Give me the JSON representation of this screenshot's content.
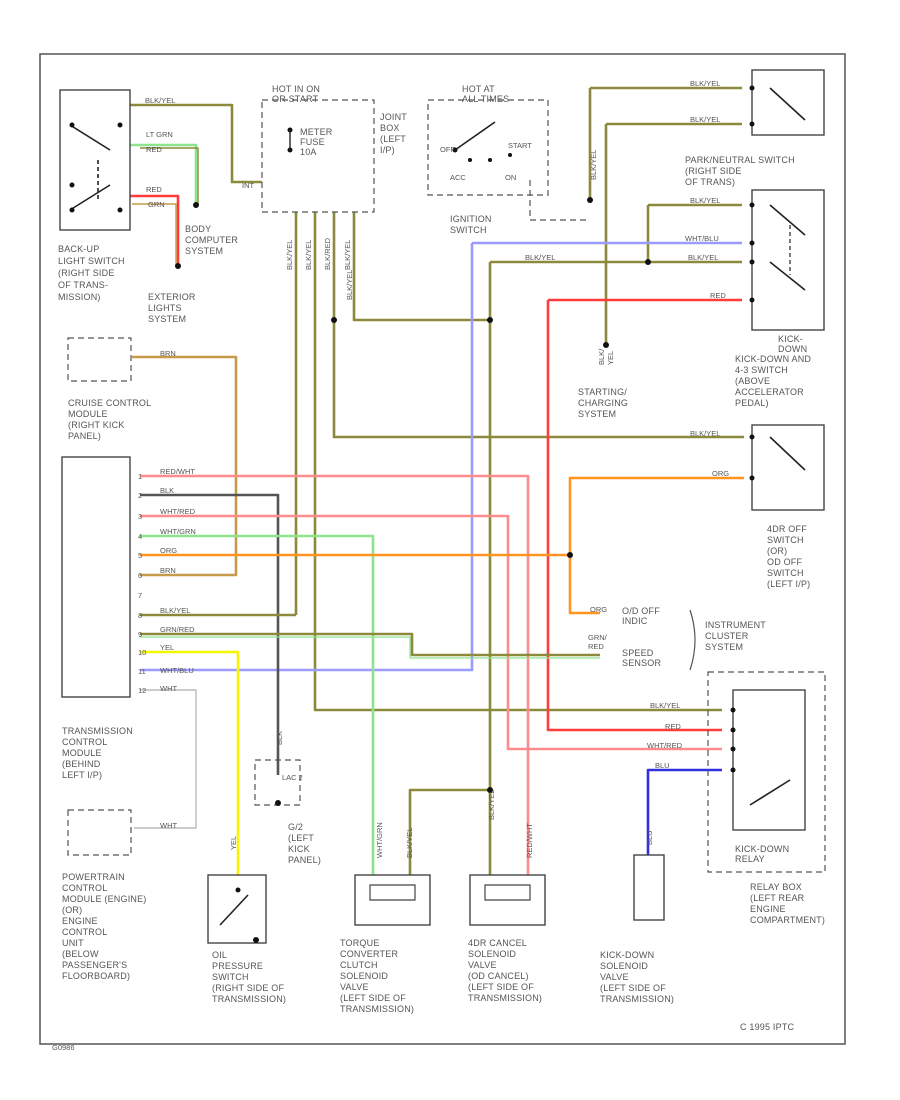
{
  "components": {
    "backup_switch": "BACK-UP|LIGHT SWITCH|(RIGHT SIDE|OF TRANS-|MISSION)",
    "body_computer": "BODY|COMPUTER|SYSTEM",
    "exterior_lights": "EXTERIOR|LIGHTS|SYSTEM",
    "fuse_box_hot": "HOT IN ON|OR START",
    "fuse": "METER|FUSE|10A",
    "fuse_box": "JOINT|BOX|(LEFT|I/P)",
    "ignition_hot": "HOT AT|ALL TIMES",
    "ignition_switch": "IGNITION|SWITCH",
    "ignition_positions": [
      "OFF",
      "ACC",
      "ON",
      "START"
    ],
    "park_neutral": "PARK/NEUTRAL SWITCH|(RIGHT SIDE|OF TRANS)",
    "kickdown_label": "KICK-|DOWN",
    "kickdown_switch": "KICK-DOWN AND|4-3 SWITCH|(ABOVE|ACCELERATOR|PEDAL)",
    "starting_charging": "STARTING/|CHARGING|SYSTEM",
    "od_switch": "4DR OFF|SWITCH|(OR)|OD OFF|SWITCH|(LEFT I/P)",
    "cruise_module": "CRUISE CONTROL|MODULE|(RIGHT KICK|PANEL)",
    "od_indic": "O/D OFF|INDIC",
    "speed_sensor": "SPEED|SENSOR",
    "instrument_cluster": "INSTRUMENT|CLUSTER|SYSTEM",
    "tcm": "TRANSMISSION|CONTROL|MODULE|(BEHIND|LEFT I/P)",
    "g_junction": "G/2|(LEFT|KICK|PANEL)",
    "pcm": "POWERTRAIN|CONTROL|MODULE (ENGINE)|(OR)|ENGINE|CONTROL|UNIT|(BELOW|PASSENGER'S|FLOORBOARD)",
    "oil_pressure": "OIL|PRESSURE|SWITCH|(RIGHT SIDE OF|TRANSMISSION)",
    "tcc_solenoid": "TORQUE|CONVERTER|CLUTCH|SOLENOID|VALVE|(LEFT SIDE OF|TRANSMISSION)",
    "od_cancel": "4DR CANCEL|SOLENOID|VALVE|(OD CANCEL)|(LEFT SIDE OF|TRANSMISSION)",
    "kickdown_solenoid": "KICK-DOWN|SOLENOID|VALVE|(LEFT SIDE OF|TRANSMISSION)",
    "kickdown_relay": "KICK-DOWN|RELAY",
    "relay_box": "RELAY BOX|(LEFT REAR|ENGINE|COMPARTMENT)",
    "lac": "LAC 2"
  },
  "wires": {
    "bu_top": "BLK/YEL",
    "lt_grn": "LT GRN",
    "red_a": "RED",
    "red_b": "RED",
    "grn_b": "GRN",
    "int": "INT",
    "blk_yel_1": "BLK/YEL",
    "blk_yel_2": "BLK/YEL",
    "blk_yel_3": "BLK/YEL",
    "fuse_out_1": "BLK/YEL",
    "fuse_out_2": "BLK/YEL",
    "fuse_out_3": "BLK/RED",
    "fuse_out_4": "BLK/YEL",
    "fuse_out_5": "BLK/YEL",
    "pn_1": "BLK/YEL",
    "pn_2": "WHT/BLU",
    "pn_3": "BLK/YEL",
    "pn_4": "RED",
    "pn_5": "BLK/YEL",
    "start_yel": "BLK/|YEL",
    "kd_1": "BLK/YEL",
    "kd_2": "ORG",
    "brn": "BRN",
    "tcm_1": "RED/WHT",
    "tcm_2": "BLK",
    "tcm_3": "WHT/RED",
    "tcm_4": "WHT/GRN",
    "tcm_5": "ORG",
    "tcm_6": "BRN",
    "tcm_8": "BLK/YEL",
    "tcm_9": "GRN/RED",
    "tcm_10": "YEL",
    "tcm_11": "WHT/BLU",
    "tcm_12": "WHT",
    "pcm_wht": "WHT",
    "org_ind": "ORG",
    "grn_red_ss": "GRN/|RED",
    "relay_1": "BLK/YEL",
    "relay_2": "RED",
    "relay_3": "WHT/RED",
    "relay_4": "BLU",
    "blk_g": "BLK",
    "yel_op": "YEL",
    "tcc_a": "WHT/GRN",
    "tcc_b": "BLK/YEL",
    "od_a": "BLK/YEL",
    "od_b": "RED/WHT",
    "kd_blu": "BLU"
  },
  "pin_numbers": [
    "1",
    "2",
    "3",
    "4",
    "5",
    "6",
    "7",
    "8",
    "9",
    "10",
    "11",
    "12"
  ],
  "footer": {
    "copyright": "C 1995 IPTC",
    "figure_id": "G0986"
  },
  "colors": {
    "blk_yel": "#8a8a3a",
    "red": "#ff3b3b",
    "red_wht": "#ff8c8c",
    "blue": "#3030e0",
    "wht_blu": "#9a9aff",
    "grn": "#49b649",
    "lt_grn": "#8ee48e",
    "org": "#ff9520",
    "brn": "#c69a4a",
    "yel": "#f5f500",
    "blk": "#555555",
    "gray_wht": "#bbbbbb"
  }
}
